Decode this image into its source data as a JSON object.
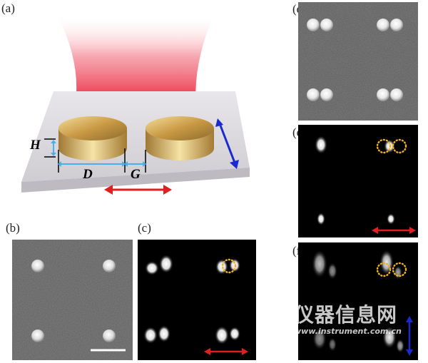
{
  "labels": {
    "a": "(a)",
    "b": "(b)",
    "c": "(c)",
    "d": "(d)",
    "e": "(e)",
    "f": "(f)"
  },
  "schematic": {
    "H": "H",
    "D": "D",
    "G": "G"
  },
  "watermark": {
    "cn": "仪器信息网",
    "en": "www.instrument.com.cn"
  },
  "colors": {
    "laser": "#e8102a",
    "gold": "#d7b060",
    "red_arrow": "#e02020",
    "blue_arrow": "#1a2ad0",
    "dim_line": "#4ab0e8",
    "dot_outline": "#f0b020"
  }
}
